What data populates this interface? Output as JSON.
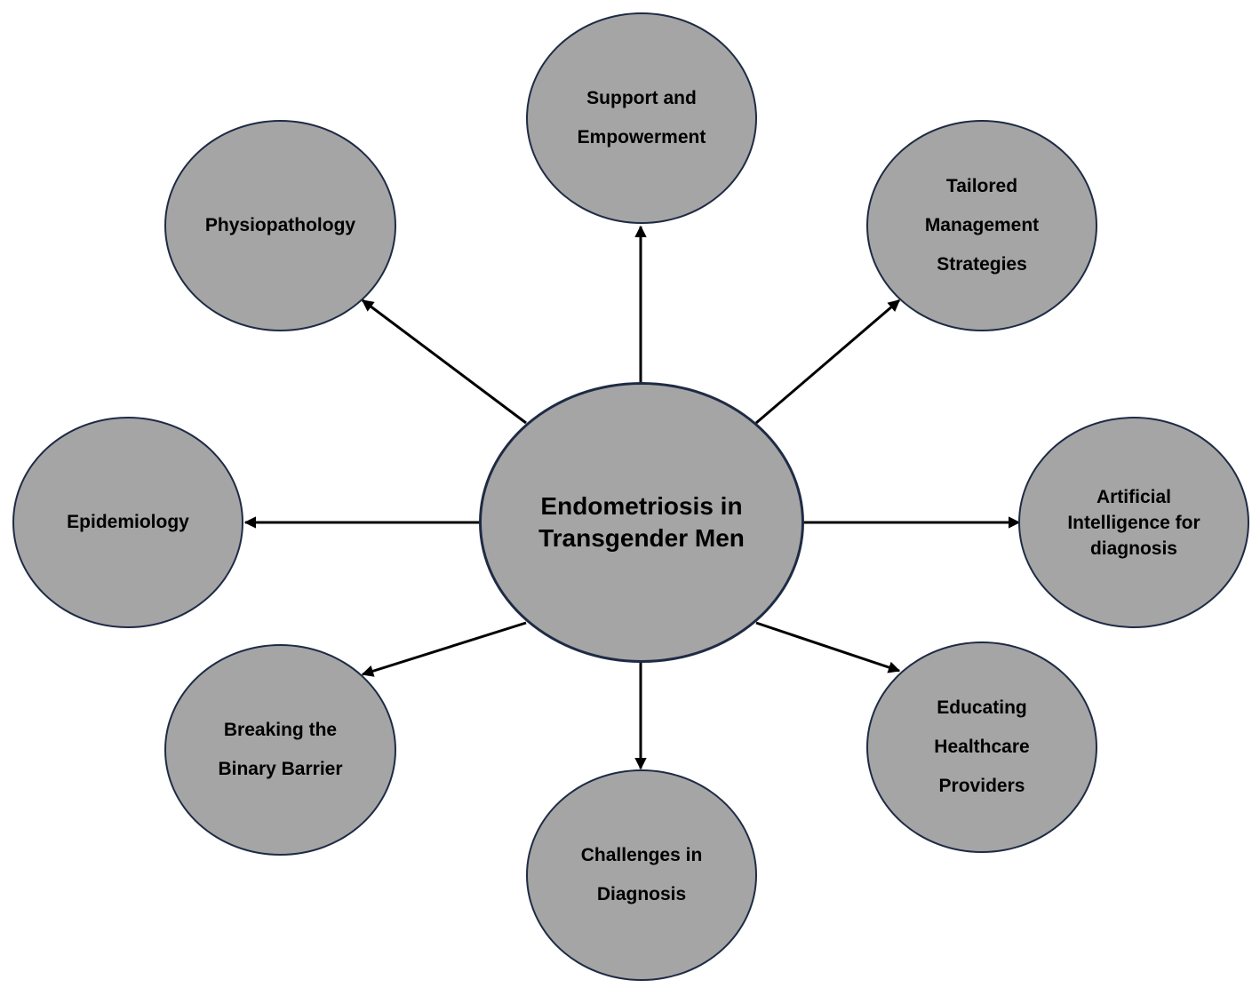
{
  "diagram": {
    "center": {
      "label": "Endometriosis in\nTransgender Men"
    },
    "nodes": [
      {
        "id": "support",
        "label": "Support and\nEmpowerment"
      },
      {
        "id": "physio",
        "label": "Physiopathology"
      },
      {
        "id": "tailored",
        "label": "Tailored\nManagement\nStrategies"
      },
      {
        "id": "epidemiology",
        "label": "Epidemiology"
      },
      {
        "id": "ai",
        "label": "Artificial\nIntelligence for\ndiagnosis"
      },
      {
        "id": "breaking",
        "label": "Breaking the\nBinary Barrier"
      },
      {
        "id": "educating",
        "label": "Educating\nHealthcare\nProviders"
      },
      {
        "id": "challenges",
        "label": "Challenges in\nDiagnosis"
      }
    ]
  },
  "colors": {
    "node_fill": "#a5a5a5",
    "node_border": "#1f2b45",
    "arrow": "#000000"
  }
}
